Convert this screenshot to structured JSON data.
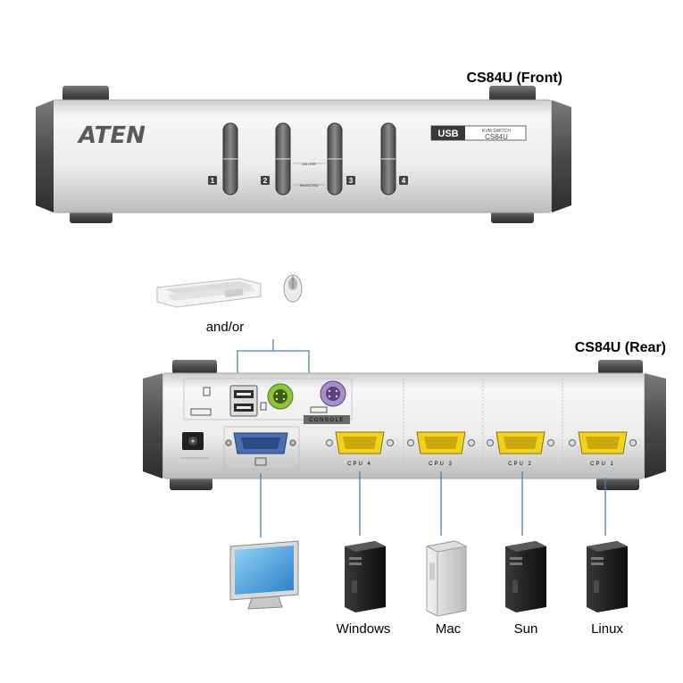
{
  "front": {
    "title": "CS84U (Front)",
    "brand": "ATEN",
    "badge_usb": "USB",
    "badge_kvm": "KVM SWITCH",
    "badge_model": "CS84U",
    "ports": [
      "1",
      "2",
      "3",
      "4"
    ],
    "led_labels": [
      "ON LINE",
      "SELECTED"
    ]
  },
  "peripherals": {
    "caption": "and/or"
  },
  "rear": {
    "title": "CS84U (Rear)",
    "console_label": "CONSOLE",
    "cpu_ports": [
      "CPU 4",
      "CPU 3",
      "CPU 2",
      "CPU 1"
    ]
  },
  "computers": [
    "Windows",
    "Mac",
    "Sun",
    "Linux"
  ],
  "colors": {
    "chassis": "#e4e4e4",
    "endcap": "#555555",
    "vga_yellow": "#f2d21a",
    "vga_blue": "#4a6fb5",
    "ps2_green": "#8ec43c",
    "ps2_purple": "#a98cc8",
    "cable": "#4d7fa8"
  }
}
